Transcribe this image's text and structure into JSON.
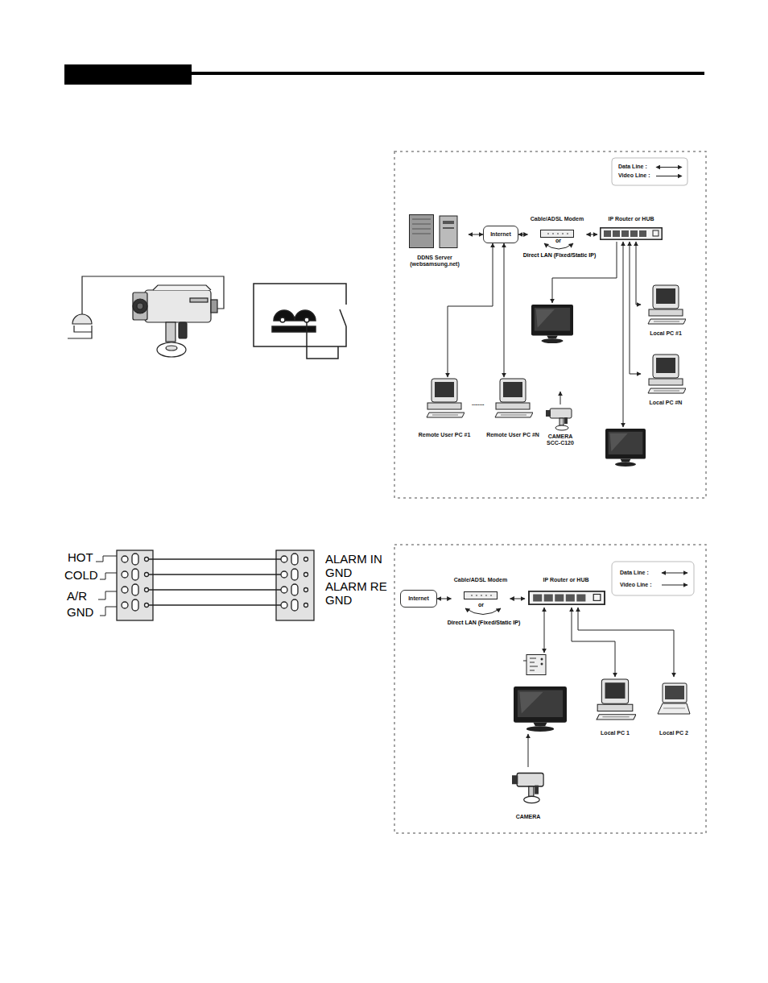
{
  "diagram": {
    "nodes": [
      {
        "text": [
          "DDNS Server (websamsung.net)"
        ]
      },
      {
        "text": [
          "Internet"
        ]
      },
      {
        "text": [
          "Cable/ADSL Modem"
        ]
      },
      {
        "text": [
          "IP Router or HUB"
        ]
      },
      {
        "text": [
          "Local PC #1"
        ]
      },
      {
        "text": [
          "Local PC #N"
        ]
      },
      {
        "text": [
          "Remote User PC #1"
        ]
      },
      {
        "text": [
          "Remote User PC #N"
        ]
      },
      {
        "text": [
          "CAMERA",
          "SCC-C120"
        ]
      },
      {
        "text": [
          "Internet"
        ]
      },
      {
        "text": [
          "Cable/ADSL Modem"
        ]
      },
      {
        "text": [
          "IP Router or HUB"
        ]
      },
      {
        "text": [
          "Local PC 1"
        ]
      },
      {
        "text": [
          "Local PC 2"
        ]
      },
      {
        "text": [
          "CAMERA"
        ]
      }
    ],
    "edges": [
      {
        "from": 0,
        "to": 1,
        "arrow": "both"
      },
      {
        "from": 1,
        "to": 2,
        "arrow": "both"
      },
      {
        "from": 2,
        "to": 3,
        "arrow": "both"
      },
      {
        "from": 3,
        "to": 4,
        "arrow": "both"
      },
      {
        "from": 3,
        "to": 5,
        "arrow": "both"
      },
      {
        "from": 1,
        "to": 6,
        "arrow": "both"
      },
      {
        "from": 1,
        "to": 7,
        "arrow": "both"
      },
      {
        "from": 9,
        "to": 10,
        "arrow": "both"
      },
      {
        "from": 10,
        "to": 11,
        "arrow": "both"
      },
      {
        "from": 11,
        "to": 12,
        "arrow": "both"
      },
      {
        "from": 11,
        "to": 13,
        "arrow": "both"
      }
    ],
    "labels": [
      "HOT",
      "COLD",
      "A/R",
      "GND",
      "ALARM IN",
      "GND",
      "ALARM RE",
      "GND",
      "or",
      "Direct LAN (Fixed/Static IP)",
      "........",
      "or",
      "Direct LAN (Fixed/Static IP)"
    ],
    "legend": [
      {
        "text": "Data Line :"
      },
      {
        "text": "Video Line :"
      },
      {
        "text": "Data Line :"
      },
      {
        "text": "Video Line :"
      }
    ]
  }
}
